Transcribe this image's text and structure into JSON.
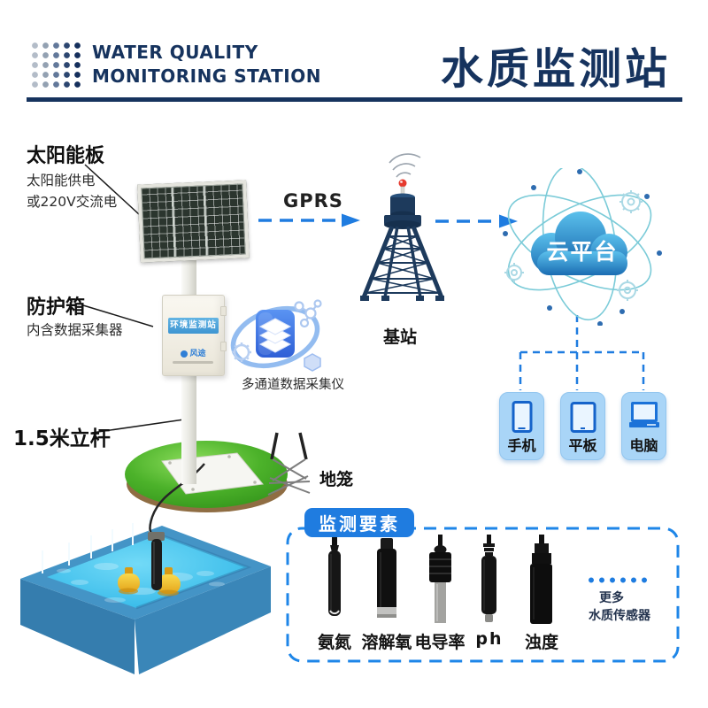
{
  "header": {
    "title_en_line1": "WATER QUALITY",
    "title_en_line2": "MONITORING STATION",
    "title_zh": "水质监测站"
  },
  "colors": {
    "navy": "#16335e",
    "accent_blue": "#1f7ce0",
    "banner_blue": "#3d95d2",
    "card_blue": "#a9d5f7",
    "grass_green": "#4cb22a",
    "pool_blue": "#4494c6",
    "water_cyan": "#49c6f0",
    "tower_navy": "#1d3a5c",
    "antenna_red": "#e63a2e",
    "float_yellow": "#f2c32e"
  },
  "icons": {
    "logo": "dot-matrix-logo",
    "solar": "solar-panel",
    "collector": "data-layers-orbit",
    "station": "radio-tower",
    "signal": "signal-waves",
    "cloud": "cloud-orbit",
    "phone": "smartphone",
    "tablet": "tablet",
    "computer": "laptop",
    "more": "ellipsis-dots"
  },
  "solar": {
    "label": "太阳能板",
    "desc_line1": "太阳能供电",
    "desc_line2": "或220V交流电"
  },
  "enclosure": {
    "label": "防护箱",
    "desc": "内含数据采集器",
    "banner": "环境监测站",
    "logo": "风途"
  },
  "pole": {
    "label": "1.5米立杆"
  },
  "collector": {
    "label": "多通道数据采集仪"
  },
  "link": {
    "gprs": "GPRS"
  },
  "station": {
    "label": "基站"
  },
  "cloud": {
    "label": "云平台"
  },
  "devices": [
    {
      "label": "手机"
    },
    {
      "label": "平板"
    },
    {
      "label": "电脑"
    }
  ],
  "cage": {
    "label": "地笼"
  },
  "monitoring": {
    "title": "监测要素",
    "sensors": [
      {
        "label": "氨氮"
      },
      {
        "label": "溶解氧"
      },
      {
        "label": "电导率"
      },
      {
        "label": "ph"
      },
      {
        "label": "浊度"
      }
    ],
    "more_line1": "更多",
    "more_line2": "水质传感器"
  }
}
